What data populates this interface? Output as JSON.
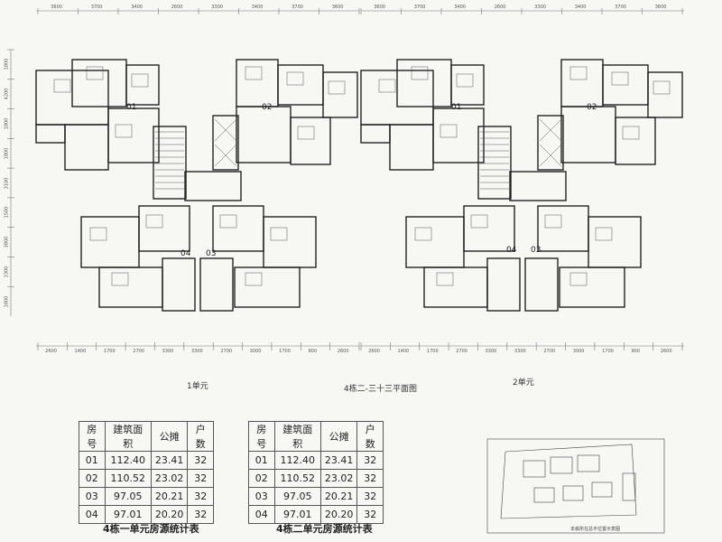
{
  "labels": {
    "unit1": "1单元",
    "unit2": "2单元",
    "plan_title": "4栋二-三十三平面图",
    "keymap_caption": "本栋所在总平位置示意图"
  },
  "unit_numbers": [
    "01",
    "02",
    "03",
    "04"
  ],
  "dimensions": {
    "top_left": [
      "3600",
      "3700",
      "3400",
      "2600",
      "3300",
      "3400",
      "3700",
      "3600"
    ],
    "top_right": [
      "3600",
      "3700",
      "3400",
      "2600",
      "3300",
      "3400",
      "3700",
      "3600"
    ],
    "bottom_left": [
      "2600",
      "1400",
      "1700",
      "2700",
      "3300",
      "3300",
      "2700",
      "3000",
      "1700",
      "900",
      "2600"
    ],
    "bottom_right": [
      "2600",
      "1400",
      "1700",
      "2700",
      "3300",
      "3300",
      "2700",
      "3000",
      "1700",
      "900",
      "2600"
    ],
    "side": [
      "1800",
      "4200",
      "1800",
      "1800",
      "3100",
      "1500",
      "3800",
      "3300",
      "1800"
    ]
  },
  "tables": [
    {
      "caption": "4栋一单元房源统计表",
      "headers": [
        "房号",
        "建筑面积",
        "公摊",
        "户数"
      ],
      "rows": [
        [
          "01",
          "112.40",
          "23.41",
          "32"
        ],
        [
          "02",
          "110.52",
          "23.02",
          "32"
        ],
        [
          "03",
          "97.05",
          "20.21",
          "32"
        ],
        [
          "04",
          "97.01",
          "20.20",
          "32"
        ]
      ]
    },
    {
      "caption": "4栋二单元房源统计表",
      "headers": [
        "房号",
        "建筑面积",
        "公摊",
        "户数"
      ],
      "rows": [
        [
          "01",
          "112.40",
          "23.41",
          "32"
        ],
        [
          "02",
          "110.52",
          "23.02",
          "32"
        ],
        [
          "03",
          "97.05",
          "20.21",
          "32"
        ],
        [
          "04",
          "97.01",
          "20.20",
          "32"
        ]
      ]
    }
  ]
}
